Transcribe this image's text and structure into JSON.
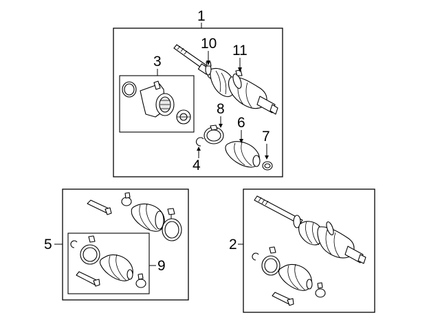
{
  "callouts": {
    "c1": "1",
    "c2": "2",
    "c3": "3",
    "c4": "4",
    "c5": "5",
    "c6": "6",
    "c7": "7",
    "c8": "8",
    "c9": "9",
    "c10": "10",
    "c11": "11"
  },
  "colors": {
    "line": "#000000",
    "background": "#ffffff",
    "shade": "#e9e9e9"
  }
}
